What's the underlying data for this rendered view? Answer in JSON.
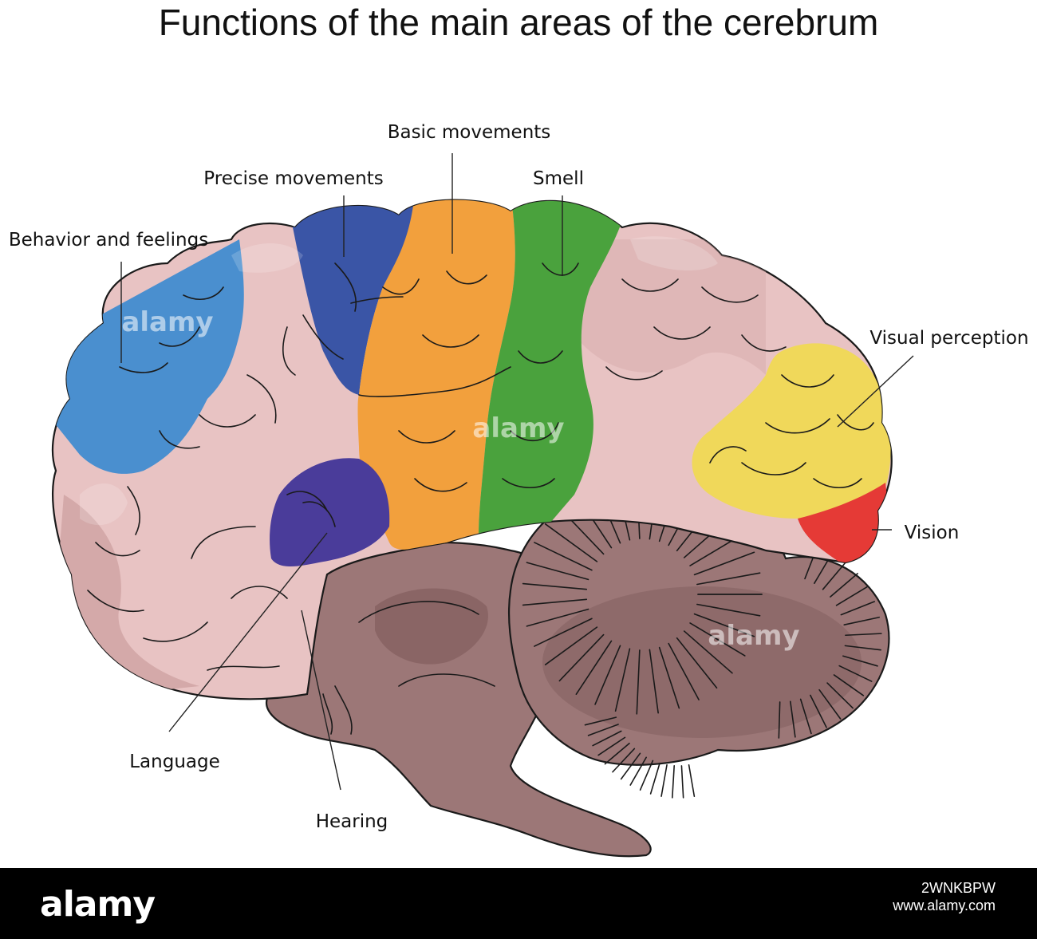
{
  "title": "Functions of the main areas of the cerebrum",
  "labels": {
    "behavior": "Behavior and feelings",
    "precise": "Precise movements",
    "basic": "Basic movements",
    "smell": "Smell",
    "visual_perception": "Visual perception",
    "vision": "Vision",
    "language": "Language",
    "hearing": "Hearing"
  },
  "watermark": "alamy",
  "footer": {
    "logo": "alamy",
    "image_id": "2WNKBPW",
    "site": "www.alamy.com"
  },
  "colors": {
    "brain_base": "#e8c3c3",
    "behavior_area": "#4a8fcf",
    "precise_area": "#3a55a6",
    "basic_area": "#f2a03d",
    "smell_area": "#4aa23d",
    "visual_perception_area": "#f0d85a",
    "vision_area": "#e53a36",
    "language_area": "#4a3c9a",
    "brainstem_cerebellum": "#9c7777"
  }
}
